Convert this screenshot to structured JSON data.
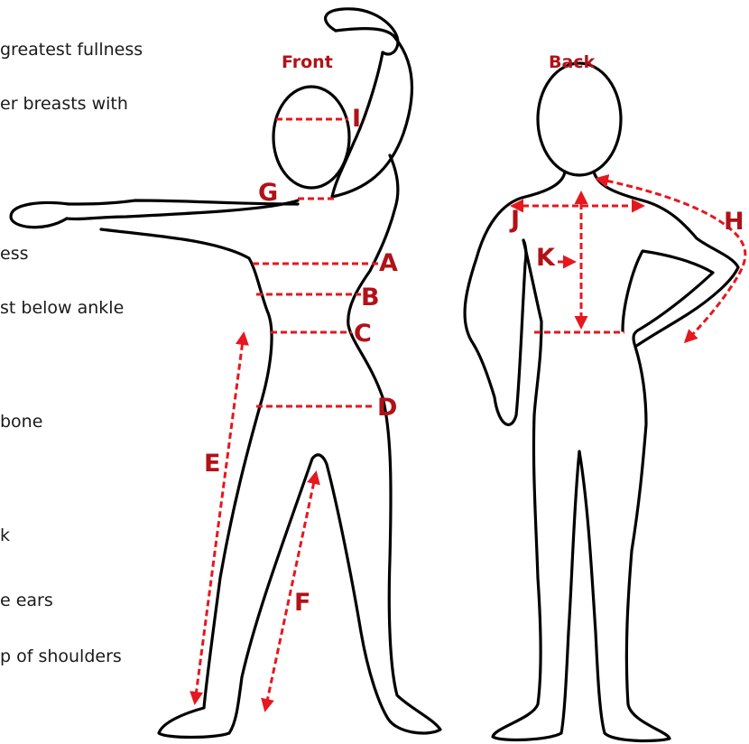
{
  "titles": {
    "front": "Front",
    "back": "Back"
  },
  "text_fragments": [
    "greatest fullness",
    "er breasts with",
    "ess",
    "st below ankle",
    "bone",
    "k",
    "e ears",
    "p of shoulders"
  ],
  "labels": {
    "a": "A",
    "b": "B",
    "c": "C",
    "d": "D",
    "e": "E",
    "f": "F",
    "g": "G",
    "h": "H",
    "i": "I",
    "j": "J",
    "k": "K"
  },
  "colors": {
    "accent": "#b01218",
    "outline": "#000000",
    "text": "#1a1a1a",
    "background": "#ffffff"
  }
}
